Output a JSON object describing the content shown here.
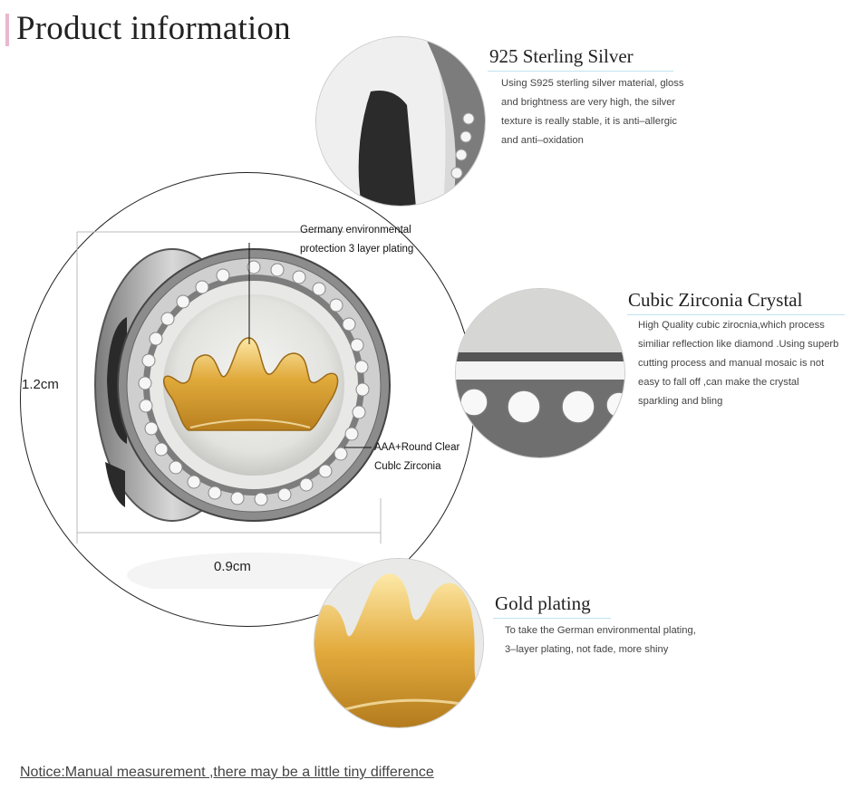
{
  "page": {
    "title": "Product information",
    "accent_color": "#e9b8cf"
  },
  "product": {
    "annotations": {
      "plating": [
        "Germany environmental",
        "protection 3 layer plating"
      ],
      "zirconia": [
        "AAA+Round Clear",
        "Cublc Zirconia"
      ]
    },
    "dimensions": {
      "height": "1.2cm",
      "width": "0.9cm"
    }
  },
  "features": [
    {
      "title": "925 Sterling Silver",
      "lines": [
        "Using S925 sterling silver material, gloss",
        "and brightness are very high, the silver",
        "texture is really stable, it is anti–allergic",
        "and anti–oxidation"
      ]
    },
    {
      "title": "Cubic Zirconia Crystal",
      "lines": [
        "High Quality cubic zirocnia,which process",
        "similiar reflection like diamond .Using superb",
        "cutting process and manual mosaic is not",
        "easy to fall off ,can make the crystal",
        "sparkling and bling"
      ]
    },
    {
      "title": "Gold plating",
      "lines": [
        "To take the German environmental plating,",
        "3–layer plating, not fade, more shiny"
      ]
    }
  ],
  "notice": "Notice:Manual measurement ,there may be a little tiny  difference"
}
